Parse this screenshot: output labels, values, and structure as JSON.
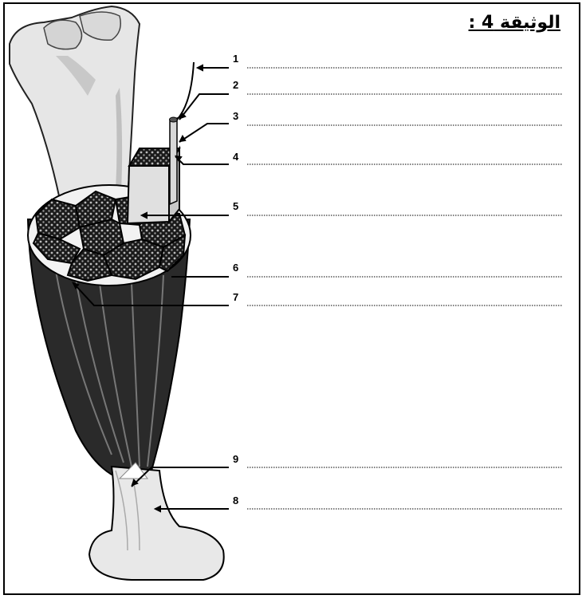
{
  "document": {
    "title": "الوثيقة 4 :"
  },
  "labels": [
    "1",
    "2",
    "3",
    "4",
    "5",
    "6",
    "7",
    "8",
    "9"
  ]
}
